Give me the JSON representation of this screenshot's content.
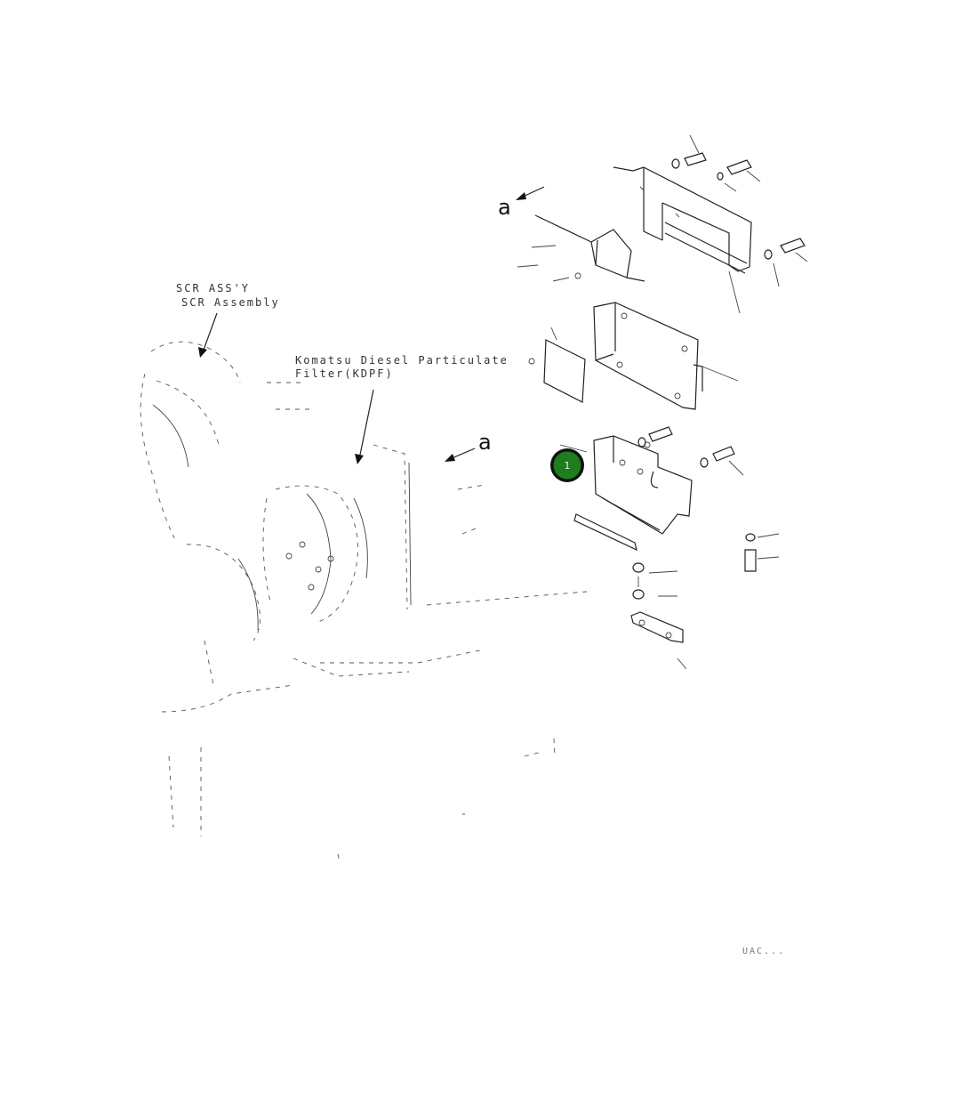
{
  "labels": {
    "scr_assy_1": "SCR ASS'Y",
    "scr_assy_2": "SCR Assembly",
    "dpf_1": "Komatsu Diesel Particulate",
    "dpf_2": "Filter(KDPF)",
    "view_a_top": "a",
    "view_a_mid": "a",
    "drawing_code": "UAC..."
  },
  "callouts": [
    {
      "number": "1",
      "color": "#1e7d1e",
      "ring": "#111111"
    }
  ]
}
